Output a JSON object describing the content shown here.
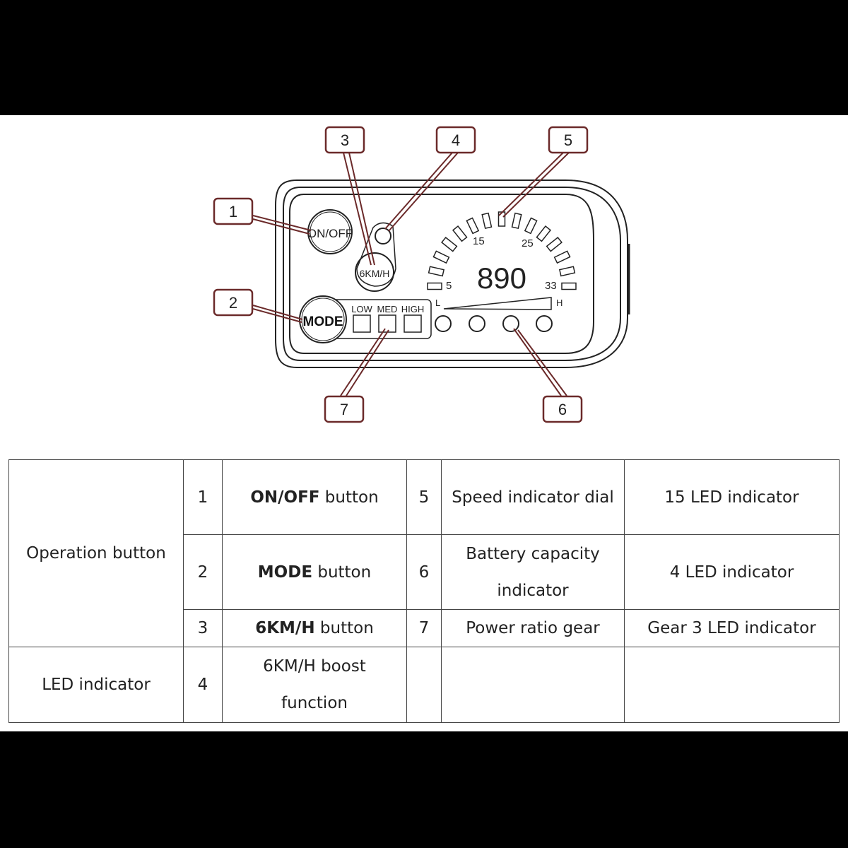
{
  "diagram": {
    "buttons": {
      "on_off": "ON/OFF",
      "six_kmh": "6KM/H",
      "mode": "MODE"
    },
    "gears": [
      "LOW",
      "MED",
      "HIGH"
    ],
    "dial_labels": [
      "5",
      "15",
      "25",
      "33"
    ],
    "readout": "890",
    "battery_scale": {
      "low": "L",
      "high": "H"
    },
    "callouts": [
      "1",
      "2",
      "3",
      "4",
      "5",
      "6",
      "7"
    ],
    "colors": {
      "callout": "#7a3a3a",
      "line": "#222222"
    }
  },
  "table": {
    "group1": "Operation button",
    "group2": "LED indicator",
    "rows": [
      {
        "n": "1",
        "bold": "ON/OFF",
        "rest": " button",
        "n2": "5",
        "name2": "Speed indicator dial",
        "desc2": "15 LED indicator"
      },
      {
        "n": "2",
        "bold": "MODE",
        "rest": " button",
        "n2": "6",
        "name2": "Battery capacity indicator",
        "desc2": "4 LED indicator"
      },
      {
        "n": "3",
        "bold": "6KM/H",
        "rest": " button",
        "n2": "7",
        "name2": "Power ratio gear",
        "desc2": "Gear 3 LED indicator"
      },
      {
        "n": "4",
        "bold": "",
        "rest": "6KM/H boost function",
        "n2": "",
        "name2": "",
        "desc2": ""
      }
    ]
  }
}
